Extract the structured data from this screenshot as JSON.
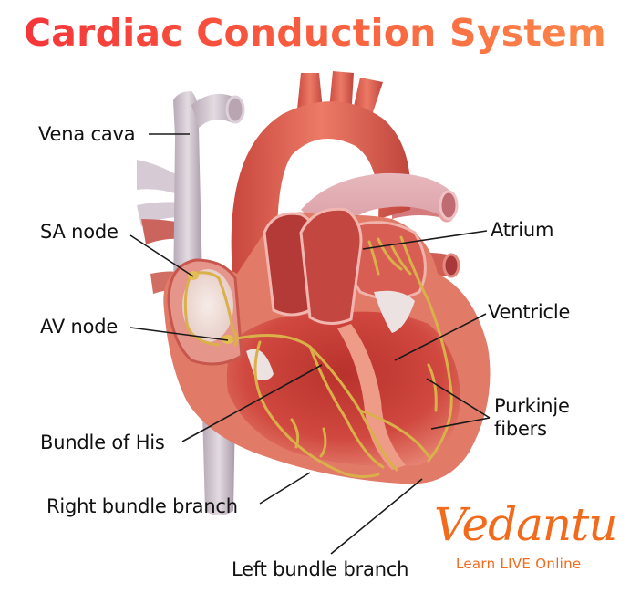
{
  "title": "Cardiac Conduction System",
  "colors": {
    "title_start": "#f4333a",
    "title_end": "#fd8a4a",
    "label_text": "#111111",
    "leader_line": "#1a1a1a",
    "conduction_fibers": "#d9b04a",
    "myocardium": "#d9534a",
    "vein": "#c9bcc6",
    "brand": "#f26a1b"
  },
  "labels": [
    {
      "id": "vena-cava",
      "text": "Vena cava",
      "side": "left"
    },
    {
      "id": "sa-node",
      "text": "SA node",
      "side": "left"
    },
    {
      "id": "av-node",
      "text": "AV node",
      "side": "left"
    },
    {
      "id": "bundle-of-his",
      "text": "Bundle of His",
      "side": "left"
    },
    {
      "id": "right-bundle-branch",
      "text": "Right bundle branch",
      "side": "left"
    },
    {
      "id": "left-bundle-branch",
      "text": "Left bundle branch",
      "side": "bottom"
    },
    {
      "id": "atrium",
      "text": "Atrium",
      "side": "right"
    },
    {
      "id": "ventricle",
      "text": "Ventricle",
      "side": "right"
    },
    {
      "id": "purkinje-fibers",
      "text": "Purkinje\nfibers",
      "line1": "Purkinje",
      "line2": "fibers",
      "side": "right"
    }
  ],
  "brand": {
    "name": "Vedantu",
    "tagline": "Learn LIVE Online"
  }
}
